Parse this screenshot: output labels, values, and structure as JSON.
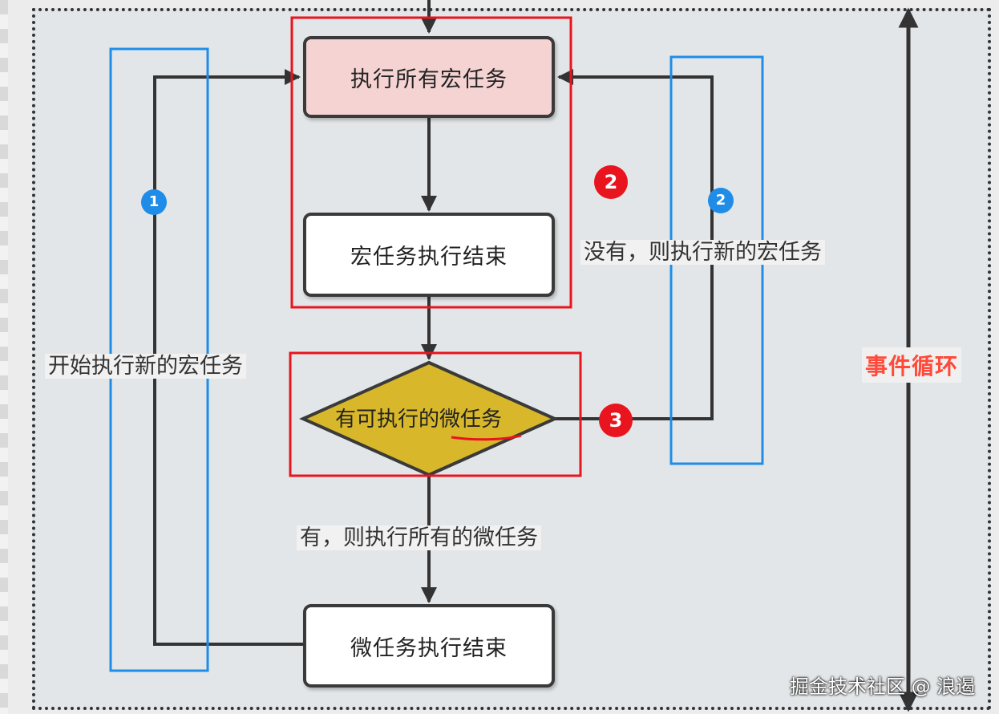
{
  "nodes": {
    "exec_macro": "执行所有宏任务",
    "macro_done": "宏任务执行结束",
    "has_micro": "有可执行的微任务",
    "micro_done": "微任务执行结束"
  },
  "edge_labels": {
    "no_branch": "没有，则执行新的宏任务",
    "yes_branch": "有，则执行所有的微任务",
    "loop_start": "开始执行新的宏任务"
  },
  "side_label": "事件循环",
  "badges": {
    "red_step2": "2",
    "red_step3": "3",
    "blue_step1": "1",
    "blue_step2": "2"
  },
  "watermark": "掘金技术社区 @ 浪遏",
  "colors": {
    "macro_fill": "#f6d3d3",
    "diamond_fill": "#d8b82a",
    "highlight_red": "#e8141e",
    "highlight_blue": "#1f8de8",
    "event_loop_text": "#ff4a3a"
  }
}
